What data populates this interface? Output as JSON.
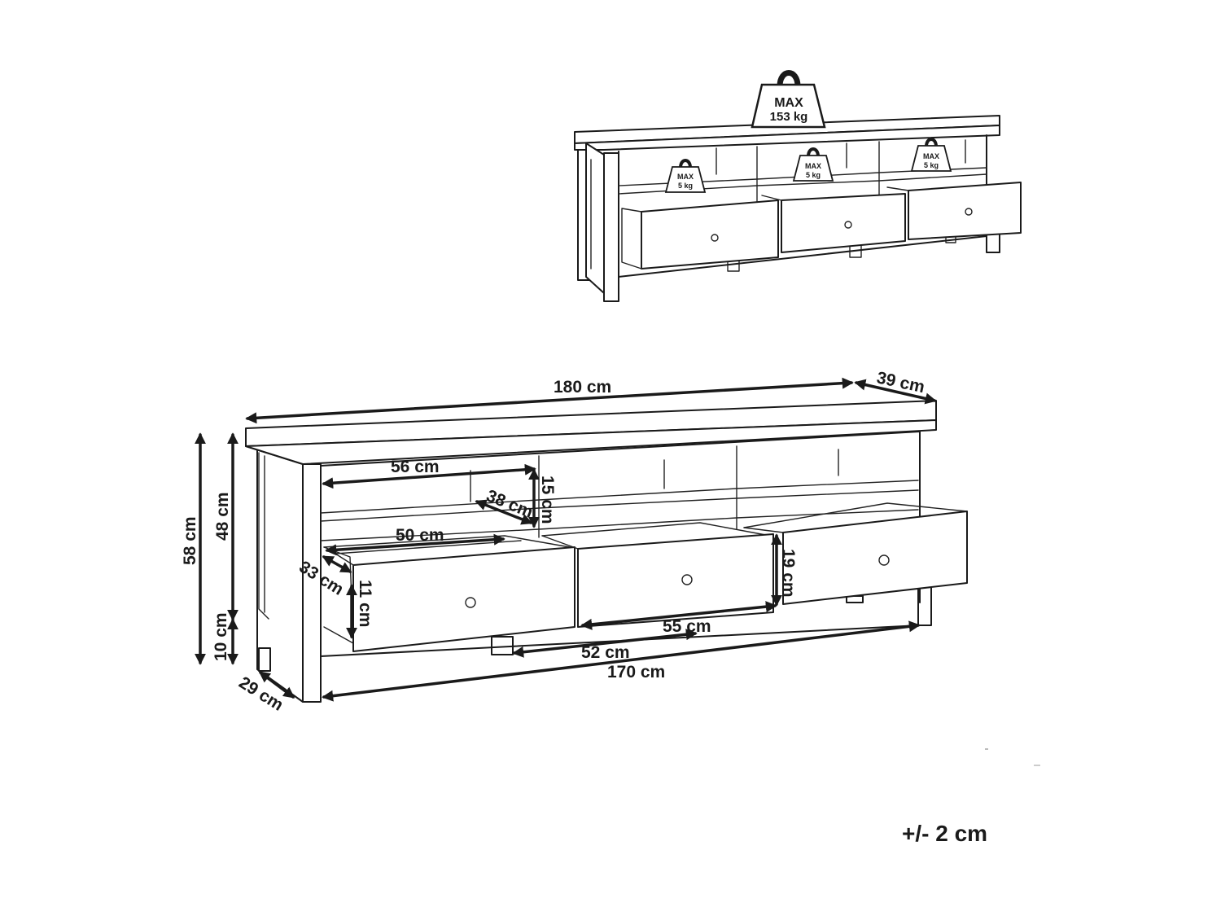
{
  "load_icons": [
    {
      "line1": "MAX",
      "line2": "153 kg"
    },
    {
      "line1": "MAX",
      "line2": "5 kg"
    },
    {
      "line1": "MAX",
      "line2": "5 kg"
    },
    {
      "line1": "MAX",
      "line2": "5 kg"
    }
  ],
  "dimensions": {
    "total_width": "180 cm",
    "depth": "39 cm",
    "total_height": "58 cm",
    "body_height": "48 cm",
    "leg_height": "10 cm",
    "leg_depth": "29 cm",
    "inner_width": "170 cm",
    "shelf_width": "56 cm",
    "shelf_depth": "38 cm",
    "shelf_height": "15 cm",
    "drawer_inner_width": "50 cm",
    "drawer_inner_depth": "33 cm",
    "drawer_inner_height": "11 cm",
    "drawer_front_height": "19 cm",
    "drawer_front_width": "55 cm",
    "leg_span": "52 cm"
  },
  "tolerance": "+/- 2 cm"
}
